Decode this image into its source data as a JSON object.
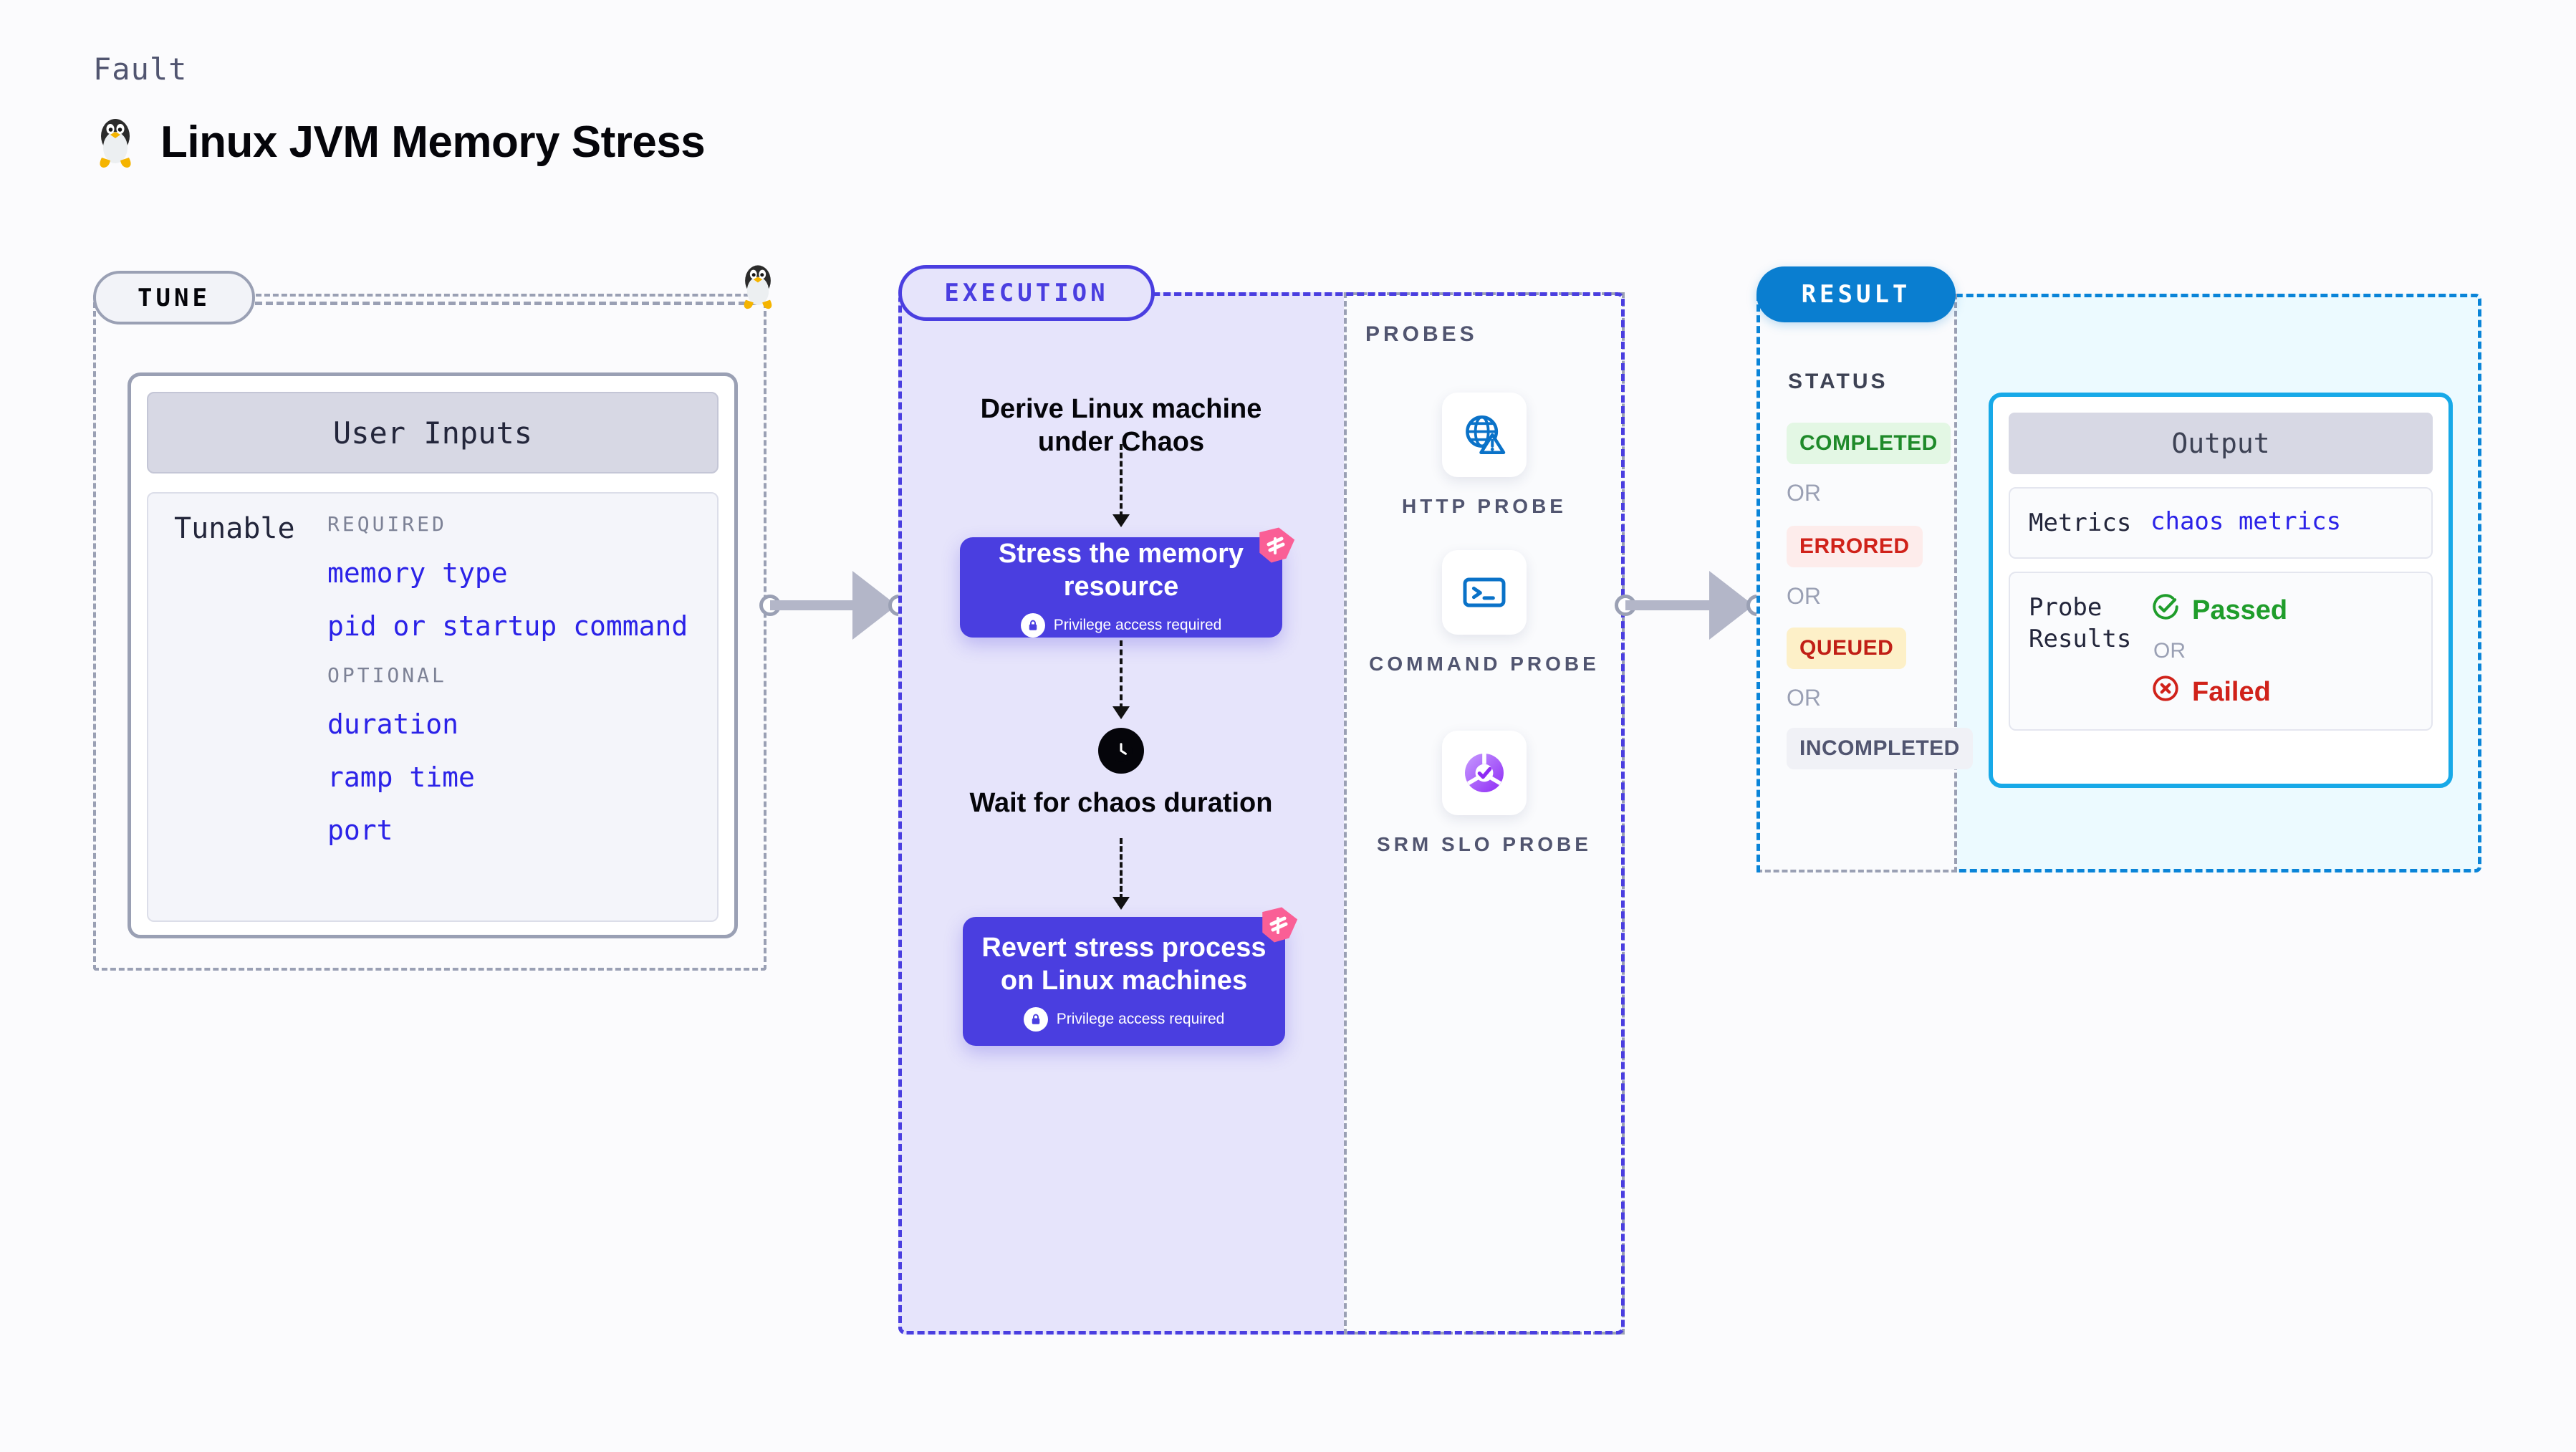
{
  "header": {
    "eyebrow": "Fault",
    "title": "Linux JVM Memory Stress",
    "tux_icon": "linux-penguin-icon"
  },
  "tune": {
    "pill_label": "TUNE",
    "penguin_icon": "linux-penguin-icon",
    "card": {
      "header": "User Inputs",
      "tunable_label": "Tunable",
      "groups": [
        {
          "title": "REQUIRED",
          "items": [
            "memory type",
            "pid or startup command"
          ]
        },
        {
          "title": "OPTIONAL",
          "items": [
            "duration",
            "ramp time",
            "port"
          ]
        }
      ]
    }
  },
  "execution": {
    "pill_label": "EXECUTION",
    "steps": [
      {
        "type": "text",
        "title": "Derive Linux machine under Chaos"
      },
      {
        "type": "card",
        "title": "Stress the memory resource",
        "privilege_note": "Privilege access required",
        "lock_icon": "lock-icon",
        "ribbon_icon": "harness-ribbon-icon"
      },
      {
        "type": "clock",
        "title": "Wait for chaos duration",
        "clock_icon": "clock-icon"
      },
      {
        "type": "card",
        "title": "Revert stress process on Linux machines",
        "privilege_note": "Privilege access required",
        "lock_icon": "lock-icon",
        "ribbon_icon": "harness-ribbon-icon"
      }
    ]
  },
  "probes": {
    "title": "PROBES",
    "items": [
      {
        "label": "HTTP PROBE",
        "icon": "globe-warning-icon"
      },
      {
        "label": "COMMAND PROBE",
        "icon": "terminal-icon"
      },
      {
        "label": "SRM SLO PROBE",
        "icon": "slo-donut-check-icon"
      }
    ]
  },
  "result": {
    "pill_label": "RESULT",
    "status_title": "STATUS",
    "or_label": "OR",
    "statuses": [
      {
        "label": "COMPLETED",
        "bg": "#e3f7e4",
        "color": "#1f8a2a"
      },
      {
        "label": "ERRORED",
        "bg": "#fdeceb",
        "color": "#d0221a"
      },
      {
        "label": "QUEUED",
        "bg": "#fdf0c8",
        "color": "#c11f16"
      },
      {
        "label": "INCOMPLETED",
        "bg": "#f0f1f6",
        "color": "#515570"
      }
    ],
    "output": {
      "header": "Output",
      "metrics_key": "Metrics",
      "metrics_value": "chaos metrics",
      "probe_results_key": "Probe Results",
      "passed_label": "Passed",
      "failed_label": "Failed",
      "or_label": "OR",
      "passed_icon": "check-circle-icon",
      "failed_icon": "x-circle-icon"
    }
  },
  "colors": {
    "accent_purple": "#4a3ee0",
    "accent_blue": "#0a7ed0",
    "accent_cyan": "#17a9e8",
    "pink_ribbon": "#fa5f96",
    "tunable_link": "#2b22e8",
    "muted": "#9aa0b4"
  }
}
